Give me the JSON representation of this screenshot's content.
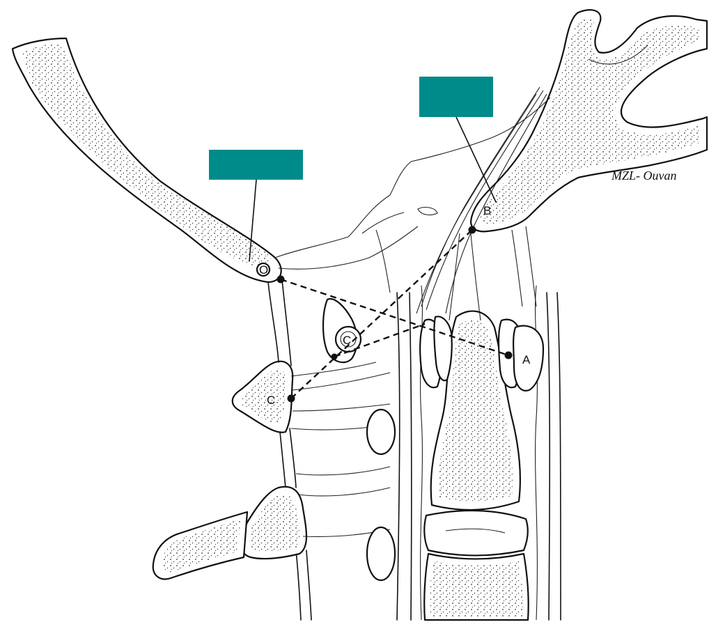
{
  "figure": {
    "point_labels": {
      "a": "A",
      "b": "B",
      "c": "C",
      "o": "O",
      "c2": "C"
    },
    "signature": "MZL- Ouvan",
    "label_boxes": {
      "left": "",
      "right": ""
    },
    "colors": {
      "label_box": "#008b8b",
      "ink": "#111111",
      "background": "#ffffff"
    }
  }
}
